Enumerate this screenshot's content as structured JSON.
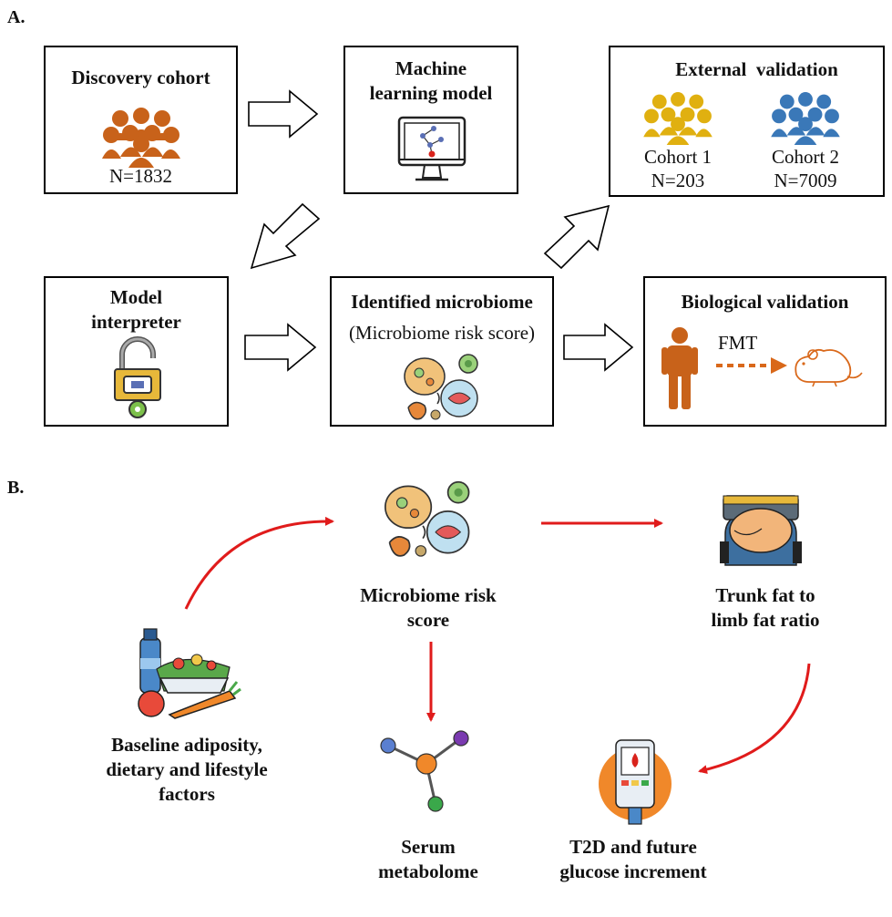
{
  "panel_a": {
    "label": "A.",
    "discovery": {
      "title": "Discovery cohort",
      "n": "N=1832"
    },
    "ml": {
      "title_line1": "Machine",
      "title_line2": "learning model"
    },
    "external": {
      "title": "External  validation",
      "cohort1": {
        "name": "Cohort 1",
        "n": "N=203"
      },
      "cohort2": {
        "name": "Cohort 2",
        "n": "N=7009"
      }
    },
    "interpreter": {
      "title_line1": "Model",
      "title_line2": "interpreter"
    },
    "microbiome": {
      "title": "Identified microbiome",
      "subtitle": "(Microbiome risk score)"
    },
    "biological": {
      "title": "Biological validation",
      "arrow_label": "FMT"
    }
  },
  "panel_b": {
    "label": "B.",
    "microbiome": {
      "line1": "Microbiome risk",
      "line2": "score"
    },
    "trunk": {
      "line1": "Trunk fat to",
      "line2": "limb fat ratio"
    },
    "baseline": {
      "line1": "Baseline adiposity,",
      "line2": "dietary and lifestyle",
      "line3": "factors"
    },
    "serum": {
      "line1": "Serum",
      "line2": "metabolome"
    },
    "t2d": {
      "line1": "T2D and future",
      "line2": "glucose increment"
    }
  },
  "colors": {
    "discovery_people": "#c8621a",
    "cohort1_people": "#e0b010",
    "cohort2_people": "#3a78b8",
    "red_arrow": "#e01b1b",
    "fmt_arrow": "#d9681a",
    "person": "#c8621a",
    "mouse": "#d9681a"
  }
}
